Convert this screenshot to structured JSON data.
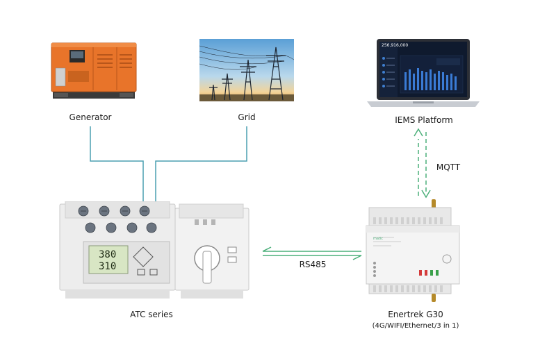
{
  "nodes": {
    "generator": {
      "label": "Generator"
    },
    "grid": {
      "label": "Grid"
    },
    "platform": {
      "label": "IEMS Platform",
      "screen_value": "256,916,000"
    },
    "atc": {
      "label": "ATC series",
      "display_top": "380",
      "display_bottom": "310"
    },
    "gateway": {
      "label": "Enertrek G30",
      "sublabel": "(4G/WIFI/Ethernet/3 in 1)",
      "brand": "matic"
    }
  },
  "links": {
    "mqtt": {
      "label": "MQTT"
    },
    "rs485": {
      "label": "RS485"
    }
  },
  "colors": {
    "power_line": "#4a9fb0",
    "signal_line": "#4caf7a",
    "generator_body": "#e8742a",
    "device_body": "#ececec"
  }
}
